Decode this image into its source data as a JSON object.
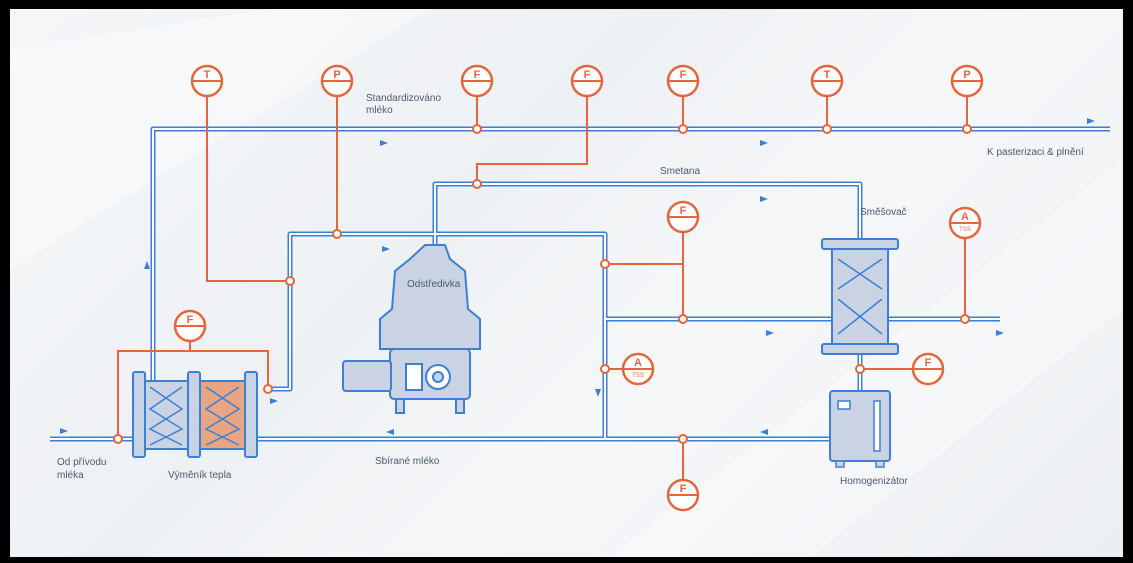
{
  "colors": {
    "pipe": "#3d7fd6",
    "pipe_inner": "#ffffff",
    "signal": "#e8643a",
    "equipment_fill": "#c9d3e3",
    "equipment_stroke": "#3d7fd6",
    "text": "#4a5a70"
  },
  "labels": {
    "standardized_milk_1": "Standardizováno",
    "standardized_milk_2": "mléko",
    "to_pasteurization": "K pasterizaci & plnění",
    "cream": "Smetana",
    "mixer": "Směšovač",
    "separator": "Odstředivka",
    "from_inlet_1": "Od přívodu",
    "from_inlet_2": "mléka",
    "heat_exchanger": "Výměník tepla",
    "skim_milk": "Sbírané mléko",
    "homogenizer": "Homogenizátor"
  },
  "gauges": {
    "top_t1": {
      "letter": "T",
      "icon": "temperature-gauge-icon"
    },
    "top_p1": {
      "letter": "P",
      "icon": "pressure-gauge-icon"
    },
    "top_f1": {
      "letter": "F",
      "icon": "flow-gauge-icon"
    },
    "top_f2": {
      "letter": "F",
      "icon": "flow-gauge-icon"
    },
    "top_f3": {
      "letter": "F",
      "icon": "flow-gauge-icon"
    },
    "top_t2": {
      "letter": "T",
      "icon": "temperature-gauge-icon"
    },
    "top_p2": {
      "letter": "P",
      "icon": "pressure-gauge-icon"
    },
    "mid_f": {
      "letter": "F",
      "icon": "flow-gauge-icon"
    },
    "mixer_a": {
      "letter": "A",
      "sub": "TSS",
      "icon": "analyzer-gauge-icon"
    },
    "hx_f": {
      "letter": "F",
      "icon": "flow-gauge-icon"
    },
    "center_a": {
      "letter": "A",
      "sub": "TSS",
      "icon": "analyzer-gauge-icon"
    },
    "homog_f": {
      "letter": "F",
      "icon": "flow-gauge-icon"
    },
    "bottom_f": {
      "letter": "F",
      "icon": "flow-gauge-icon"
    }
  }
}
